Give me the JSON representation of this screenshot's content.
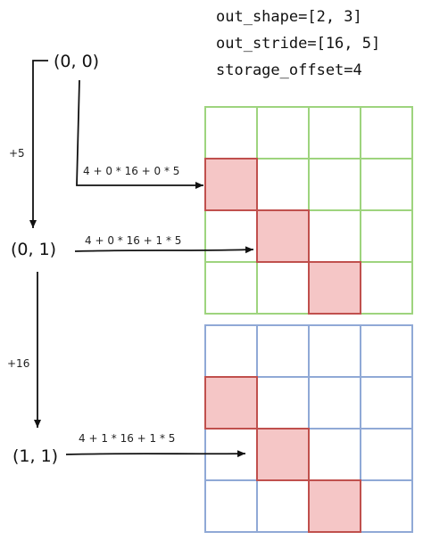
{
  "header": {
    "out_shape": "out_shape=[2, 3]",
    "out_stride": "out_stride=[16, 5]",
    "storage_offset": "storage_offset=4"
  },
  "points": [
    {
      "label": "(0, 0)"
    },
    {
      "label": "(0, 1)"
    },
    {
      "label": "(1, 1)"
    }
  ],
  "steps": [
    {
      "label": "+5"
    },
    {
      "label": "+16"
    }
  ],
  "formulas": [
    {
      "label": "4 + 0 * 16 + 0 * 5"
    },
    {
      "label": "4 + 0 * 16 + 1 * 5"
    },
    {
      "label": "4 + 1 * 16 + 1 * 5"
    }
  ],
  "grids": [
    {
      "border_color": "#9ed47e",
      "rows": 4,
      "cols": 4,
      "highlighted": [
        [
          1,
          0
        ],
        [
          2,
          1
        ],
        [
          3,
          2
        ]
      ]
    },
    {
      "border_color": "#90a9d6",
      "rows": 4,
      "cols": 4,
      "highlighted": [
        [
          1,
          0
        ],
        [
          2,
          1
        ],
        [
          3,
          2
        ]
      ]
    }
  ],
  "colors": {
    "highlight_fill": "#f5c6c6",
    "highlight_border": "#c0504d",
    "arrow": "#111111"
  }
}
